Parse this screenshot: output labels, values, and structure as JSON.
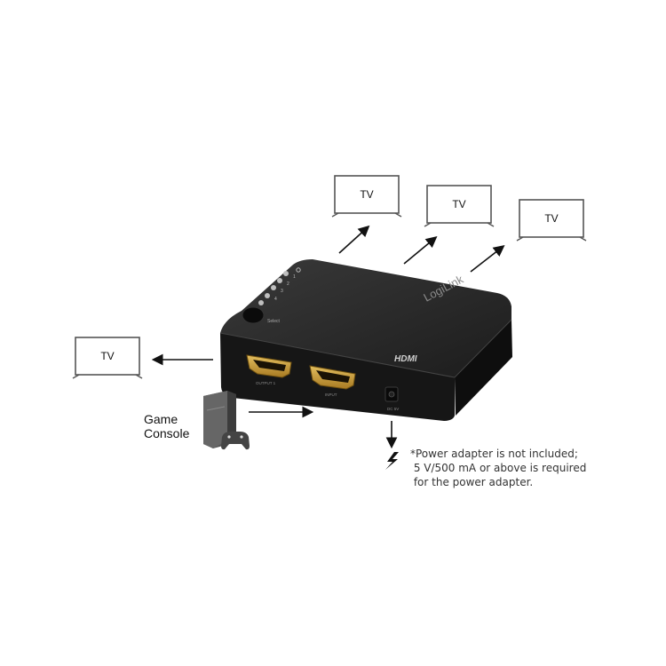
{
  "tv_label": "TV",
  "device": {
    "brand": "LogiLink",
    "logo": "HDMI",
    "button_label": "Select",
    "led_numbers": [
      "1",
      "2",
      "3",
      "4"
    ],
    "port_labels": [
      "OUTPUT 1",
      "INPUT"
    ],
    "power_label": "DC 5V"
  },
  "source": {
    "label_line1": "Game",
    "label_line2": "Console",
    "icon": "game-console-icon"
  },
  "power": {
    "icon": "lightning-icon",
    "note": "*Power adapter is not included;\n 5 V/500 mA or above is required\n for the power adapter."
  },
  "colors": {
    "device": "#1a1a1a",
    "port_gold": "#c9a043",
    "arrow": "#111111"
  }
}
